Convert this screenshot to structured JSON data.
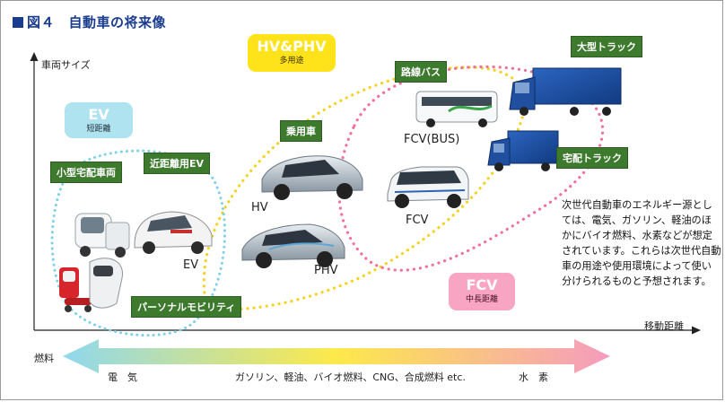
{
  "figure": {
    "title": "図４　自動車の将来像"
  },
  "axes": {
    "y_label": "車両サイズ",
    "x_label": "移動距離",
    "fuel_label": "燃料"
  },
  "bubbles": {
    "ev": {
      "name": "EV",
      "sub": "短距離",
      "color": "#aee3ef"
    },
    "hv": {
      "name": "HV&PHV",
      "sub": "多用途",
      "color": "#ffe31a"
    },
    "fcv": {
      "name": "FCV",
      "sub": "中長距離",
      "color": "#f7a5c3"
    }
  },
  "labels": {
    "small_delivery": "小型宅配車両",
    "short_ev": "近距離用EV",
    "passenger": "乗用車",
    "route_bus": "路線バス",
    "large_truck": "大型トラック",
    "delivery_truck": "宅配トラック",
    "personal_mobility": "パーソナルモビリティ"
  },
  "vehicle_names": {
    "ev": "EV",
    "hv": "HV",
    "phv": "PHV",
    "fcv_bus": "FCV(BUS)",
    "fcv": "FCV"
  },
  "description": "次世代自動車のエネルギー源としては、電気、ガソリン、軽油のほかにバイオ燃料、水素などが想定されています。これらは次世代自動車の用途や使用環境によって使い分けられるものと予想されます。",
  "fuel_scale": {
    "left": "電　気",
    "middle": "ガソリン、軽油、バイオ燃料、CNG、合成燃料 etc.",
    "right": "水　素"
  },
  "colors": {
    "title": "#1a3c8f",
    "label_bg": "#3d7a2e",
    "ev_loop": "#7fd0e6",
    "hv_loop": "#f5d21f",
    "fcv_loop": "#f0709a",
    "arrow_left": "#8fd8ee",
    "arrow_mid": "#fde94a",
    "arrow_right": "#f59bbf"
  }
}
